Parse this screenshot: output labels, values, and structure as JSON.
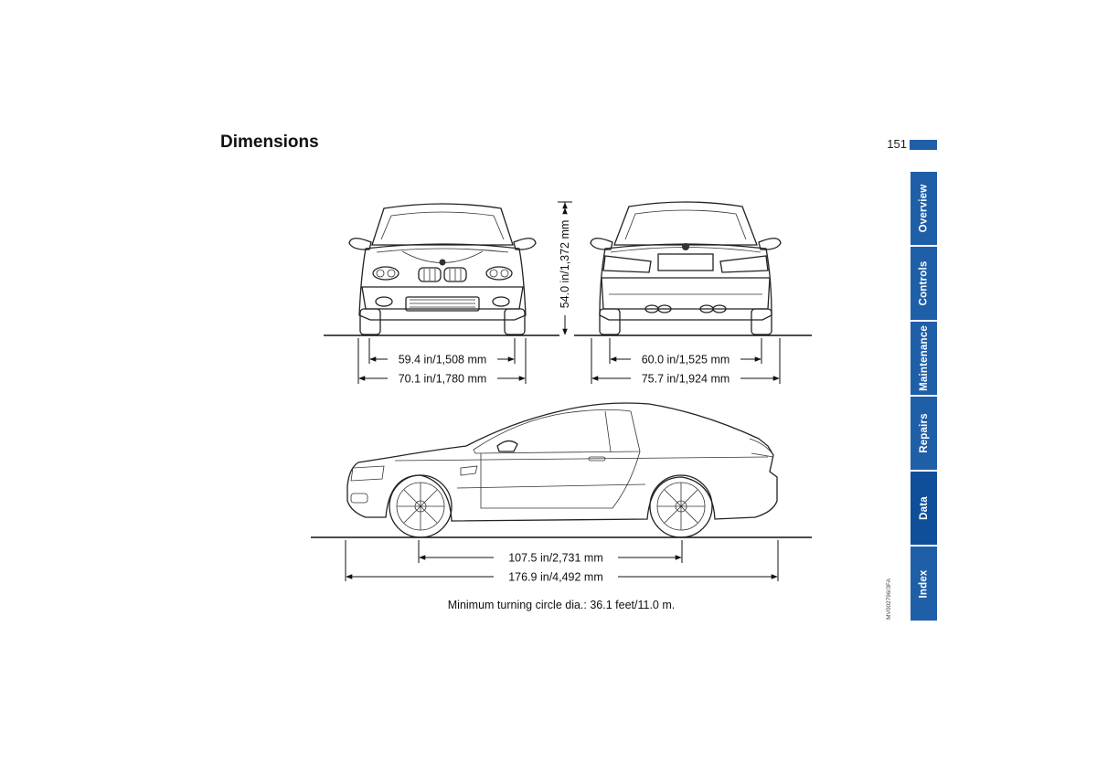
{
  "header": {
    "title": "Dimensions",
    "page_number": "151",
    "accent_color": "#1f5fa8"
  },
  "side_tabs": [
    {
      "label": "Overview",
      "active": false
    },
    {
      "label": "Controls",
      "active": false
    },
    {
      "label": "Maintenance",
      "active": false
    },
    {
      "label": "Repairs",
      "active": false
    },
    {
      "label": "Data",
      "active": true
    },
    {
      "label": "Index",
      "active": false
    }
  ],
  "figure": {
    "image_code": "MV002796/3FA",
    "front_view": {
      "track_label": "59.4 in/1,508 mm",
      "width_label": "70.1 in/1,780 mm",
      "height_label": "54.0 in/1,372 mm"
    },
    "rear_view": {
      "track_label": "60.0 in/1,525 mm",
      "width_label": "75.7 in/1,924 mm"
    },
    "side_view": {
      "wheelbase_label": "107.5 in/2,731 mm",
      "length_label": "176.9 in/4,492 mm"
    },
    "caption": "Minimum turning circle dia.: 36.1 feet/11.0 m."
  }
}
